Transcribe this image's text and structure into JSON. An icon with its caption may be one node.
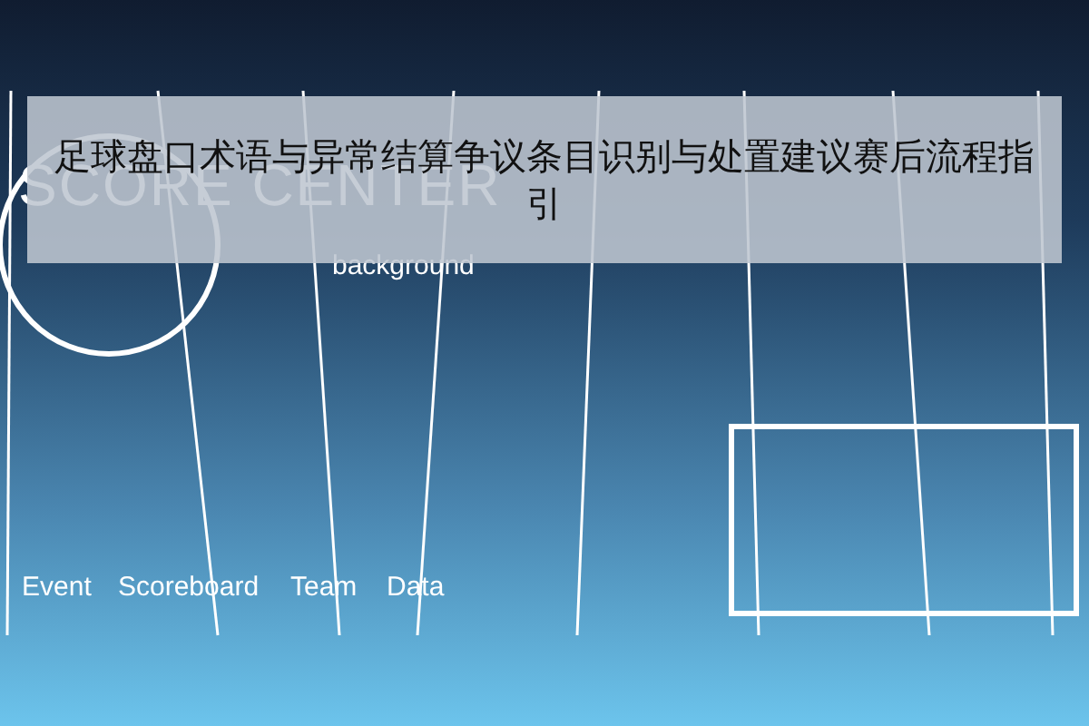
{
  "diagram": {
    "title": "足球盘口术语与异常结算争议条目识别与处置建议赛后流程指引",
    "labels": [
      "SCORE CENTER",
      "background",
      "Event",
      "Scoreboard",
      "Team",
      "Data"
    ]
  }
}
